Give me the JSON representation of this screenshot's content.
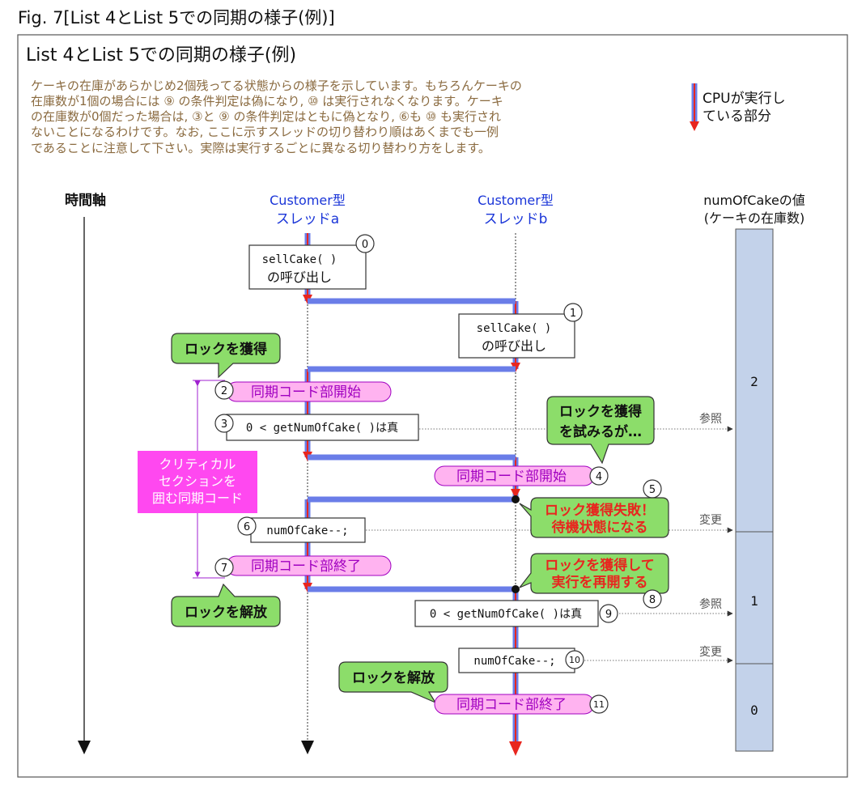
{
  "figure_caption": "Fig. 7[List 4とList 5での同期の様子(例)]",
  "panel_title": "List 4とList 5での同期の様子(例)",
  "description_lines": [
    "ケーキの在庫があらかじめ2個残ってる状態からの様子を示しています。もちろんケーキの",
    "在庫数が1個の場合には ⑨ の条件判定は偽になり, ⑩ は実行されなくなります。ケーキ",
    "の在庫数が0個だった場合は, ③と ⑨ の条件判定はともに偽となり, ⑥も ⑩ も実行され",
    "ないことになるわけです。なお, ここに示すスレッドの切り替わり順はあくまでも一例",
    "であることに注意して下さい。実際は実行するごとに異なる切り替わり方をします。"
  ],
  "legend": {
    "line1": "CPUが実行し",
    "line2": "ている部分"
  },
  "time_axis": {
    "label": "時間軸"
  },
  "thread_a": {
    "line1": "Customer型",
    "line2": "スレッドa"
  },
  "thread_b": {
    "line1": "Customer型",
    "line2": "スレッドb"
  },
  "value_column": {
    "line1": "numOfCakeの値",
    "line2": "(ケーキの在庫数)",
    "values": [
      "2",
      "1",
      "0"
    ]
  },
  "boxes": {
    "call_a_1": "sellCake( )",
    "call_a_2": "の呼び出し",
    "call_b_1": "sellCake( )",
    "call_b_2": "の呼び出し",
    "check_a": "0 < getNumOfCake( )は真",
    "dec_a": "numOfCake--;",
    "check_b": "0 < getNumOfCake( )は真",
    "dec_b": "numOfCake--;"
  },
  "pills": {
    "sync_start_a": "同期コード部開始",
    "sync_start_b": "同期コード部開始",
    "sync_end_a": "同期コード部終了",
    "sync_end_b": "同期コード部終了"
  },
  "callouts": {
    "lock_a": "ロックを獲得",
    "try_b_1": "ロックを獲得",
    "try_b_2": "を試みるが…",
    "fail_b_1": "ロック獲得失敗！",
    "fail_b_2": "待機状態になる",
    "resume_b_1": "ロックを獲得して",
    "resume_b_2": "実行を再開する",
    "release_a": "ロックを解放",
    "release_b": "ロックを解放"
  },
  "critical": {
    "line1": "クリティカル",
    "line2": "セクションを",
    "line3": "囲む同期コード"
  },
  "arrow_labels": {
    "ref1": "参照",
    "change1": "変更",
    "ref2": "参照",
    "change2": "変更"
  },
  "steps": [
    "0",
    "1",
    "2",
    "3",
    "4",
    "5",
    "6",
    "7",
    "8",
    "9",
    "10",
    "11"
  ],
  "colors": {
    "thread_line": "#6a7de8",
    "arrow_red": "#e8261f",
    "pill_fill": "#ffb3f0",
    "pill_text": "#a000c0",
    "callout_fill": "#8cdd6a",
    "critical_fill": "#ff48f0",
    "column_fill": "#c3d2ea"
  }
}
